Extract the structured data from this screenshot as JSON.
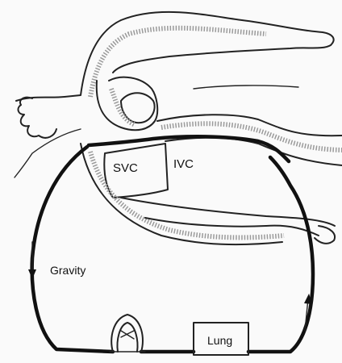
{
  "labels": {
    "svc": "SVC",
    "ivc": "IVC",
    "gravity": "Gravity",
    "lung": "Lung"
  },
  "colors": {
    "ink": "#111111",
    "stipple": "#9a9a9a",
    "background": "#fafafa"
  }
}
